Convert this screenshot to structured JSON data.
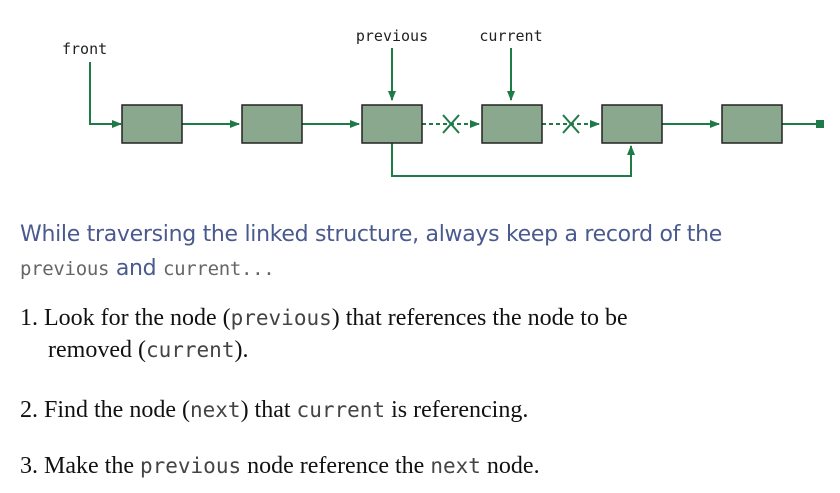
{
  "diagram": {
    "labels": {
      "front": "front",
      "previous": "previous",
      "current": "current"
    },
    "colors": {
      "line": "#1e7a47",
      "node_fill": "#8aa88d",
      "node_border": "#222222",
      "cross": "#1e7a47",
      "label": "#222222"
    }
  },
  "intro": {
    "part1": "While traversing the linked structure, always keep a record of the",
    "code1": "previous",
    "part2": " and ",
    "code2": "current",
    "part3": "..."
  },
  "steps": [
    {
      "num": "1.",
      "t1": " Look for the node (",
      "c1": "previous",
      "t2": ") that references the node to be",
      "t3": "removed (",
      "c2": "current",
      "t4": ")."
    },
    {
      "num": "2.",
      "t1": " Find the node (",
      "c1": "next",
      "t2": ") that ",
      "c2": "current",
      "t3": " is referencing."
    },
    {
      "num": "3.",
      "t1": " Make the ",
      "c1": "previous",
      "t2": " node reference the ",
      "c2": "next",
      "t3": " node."
    }
  ]
}
